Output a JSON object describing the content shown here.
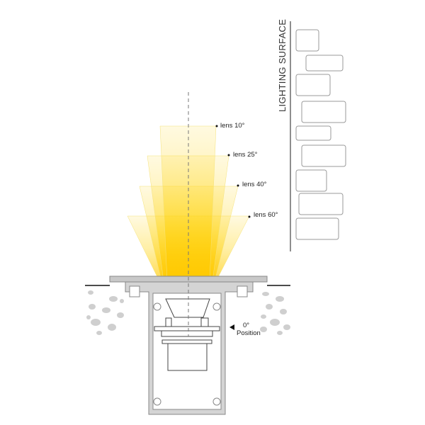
{
  "surface_label": "LIGHTING SURFACE",
  "lenses": [
    {
      "label": "lens 10°",
      "angle": 10
    },
    {
      "label": "lens 25°",
      "angle": 25
    },
    {
      "label": "lens 40°",
      "angle": 40
    },
    {
      "label": "lens 60°",
      "angle": 60
    }
  ],
  "position_label": {
    "line1": "0°",
    "line2": "Position"
  },
  "colors": {
    "beam": "#ffd200",
    "lens_glass": "#a9d8f2",
    "profile": "#c8c8c8",
    "stone": "#cfcfcf"
  }
}
